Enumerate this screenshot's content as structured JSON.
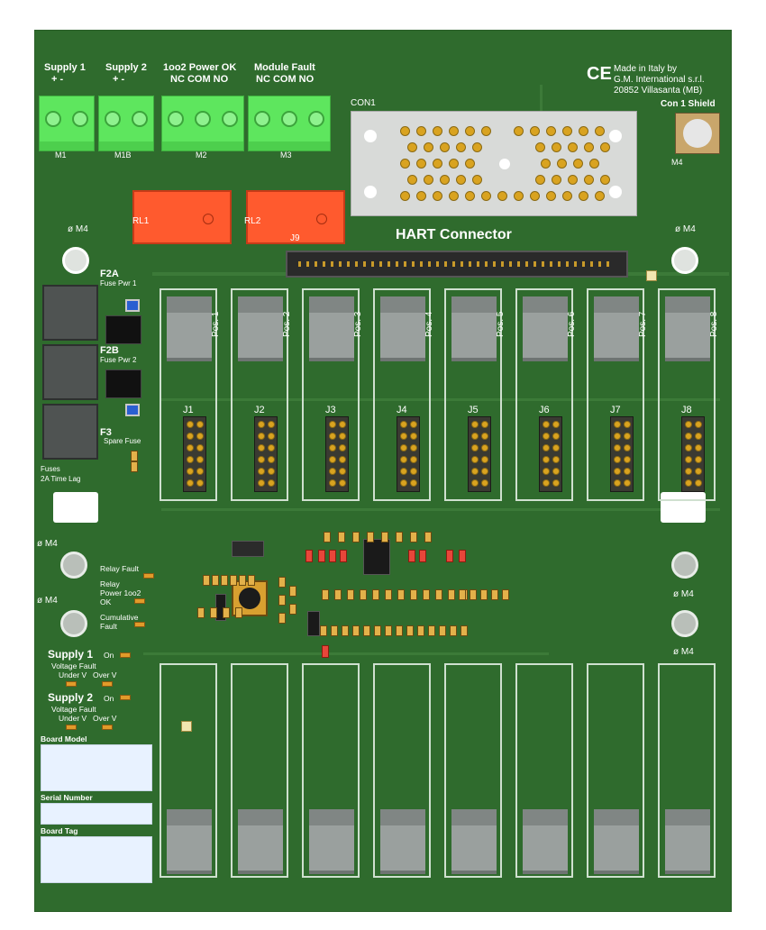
{
  "terminals": {
    "supply1": {
      "title": "Supply 1",
      "pins": "+   -",
      "ref": "M1"
    },
    "supply2": {
      "title": "Supply 2",
      "pins": "+   -",
      "ref": "M1B"
    },
    "power_ok": {
      "title": "1oo2 Power OK",
      "pins": "NC COM NO",
      "ref": "M2"
    },
    "module_fault": {
      "title": "Module Fault",
      "pins": "NC COM NO",
      "ref": "M3"
    }
  },
  "branding": {
    "ce_mark": "CE",
    "line1": "Made in Italy by",
    "line2": "G.M. International s.r.l.",
    "line3": "20852 Villasanta (MB)"
  },
  "con1": {
    "ref": "CON1",
    "shield_label": "Con 1 Shield",
    "shield_ref": "M4"
  },
  "relays": [
    "RL1",
    "RL2"
  ],
  "hart": {
    "title": "HART Connector",
    "ref": "J9"
  },
  "mount_label": "ø M4",
  "fuses": {
    "f2a": "F2A",
    "f2a_desc": "Fuse Pwr 1",
    "f2b": "F2B",
    "f2b_desc": "Fuse Pwr 2",
    "f3": "F3",
    "f3_desc": "Spare Fuse",
    "note_line1": "Fuses",
    "note_line2": "2A Time Lag"
  },
  "positions": [
    "Pos. 1",
    "Pos. 2",
    "Pos. 3",
    "Pos. 4",
    "Pos. 5",
    "Pos. 6",
    "Pos. 7",
    "Pos. 8"
  ],
  "headers": [
    "J1",
    "J2",
    "J3",
    "J4",
    "J5",
    "J6",
    "J7",
    "J8"
  ],
  "status_leds": {
    "relay_fault": "Relay Fault",
    "relay_power_l1": "Relay",
    "relay_power_l2": "Power 1oo2",
    "relay_power_l3": "OK",
    "cumulative_l1": "Cumulative",
    "cumulative_l2": "Fault"
  },
  "supply_status": [
    {
      "title": "Supply 1",
      "on": "On",
      "fault": "Voltage Fault",
      "under": "Under V",
      "over": "Over V"
    },
    {
      "title": "Supply 2",
      "on": "On",
      "fault": "Voltage Fault",
      "under": "Under V",
      "over": "Over V"
    }
  ],
  "labels": {
    "board_model": "Board Model",
    "serial_number": "Serial Number",
    "board_tag": "Board Tag"
  },
  "colors": {
    "pcb": "#2f6b2d",
    "terminal": "#5ee65e",
    "relay": "#ff5a2e",
    "connector": "#d8dad8",
    "label_area": "#e8f2ff"
  }
}
